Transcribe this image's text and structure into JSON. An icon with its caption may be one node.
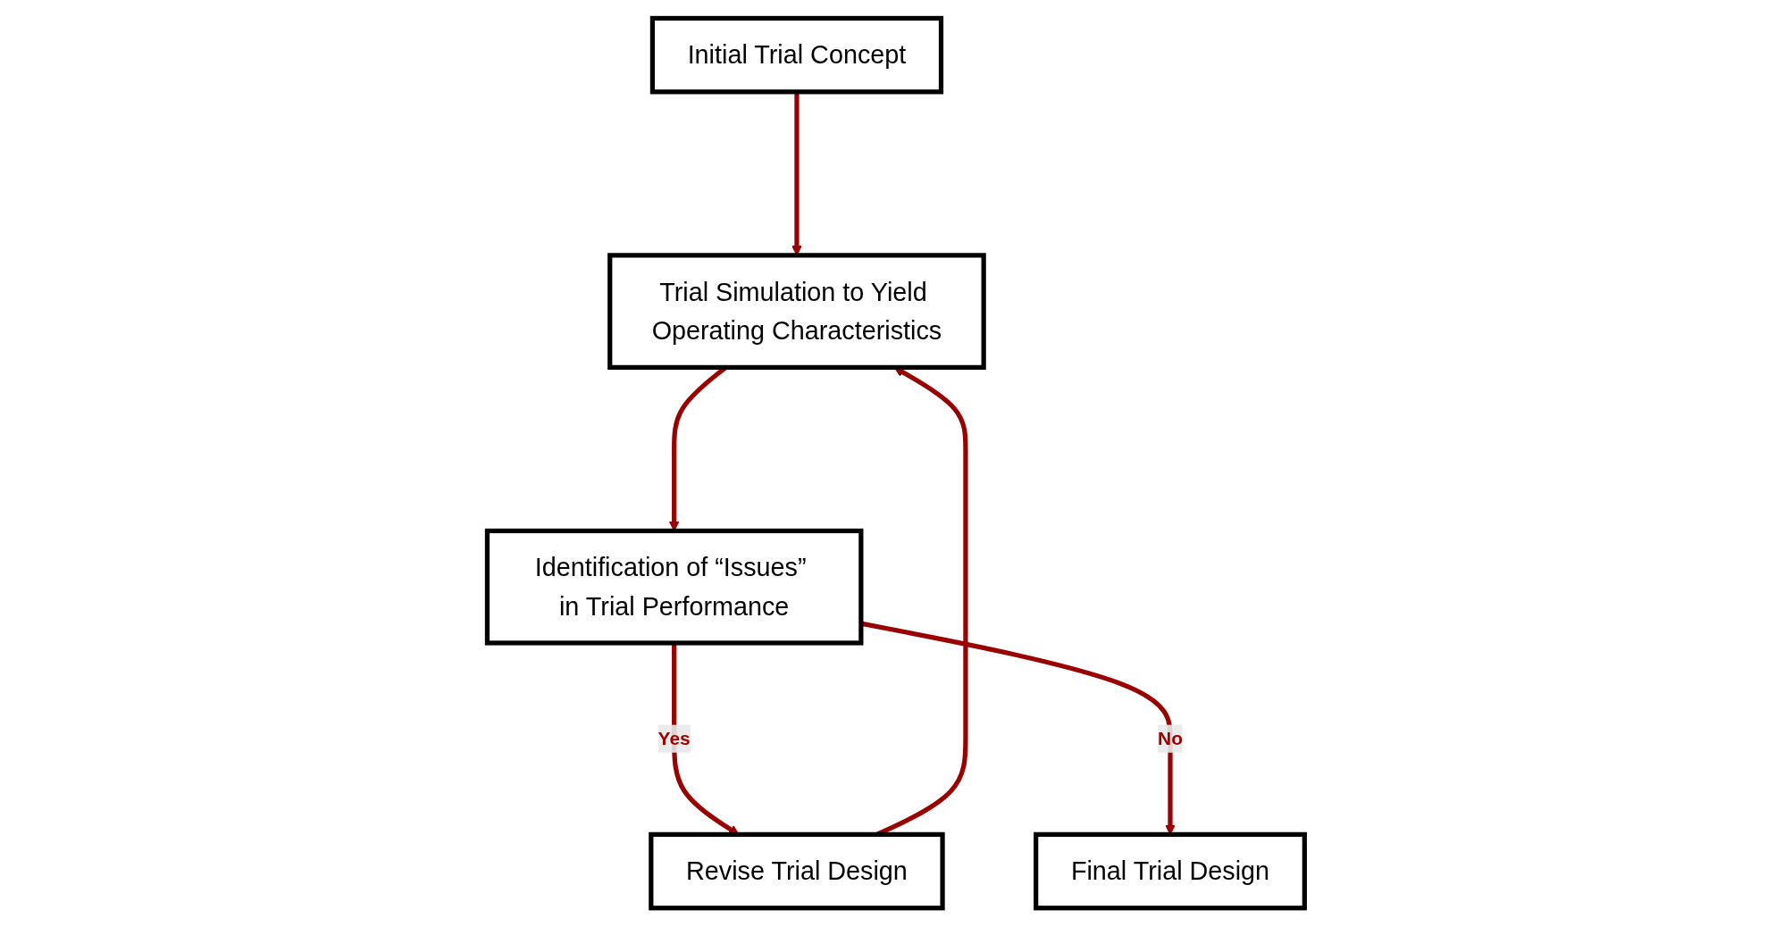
{
  "diagram": {
    "nodes": [
      {
        "text": [
          "Initial Trial Concept"
        ]
      },
      {
        "text": [
          "Trial Simulation to Yield Operating Characteristics"
        ]
      },
      {
        "text": [
          "Final Trial Design"
        ]
      },
      {
        "text": [
          "Revise Trial Design"
        ]
      },
      {
        "text": [
          "Identification of “Issues” in Trial Performance"
        ]
      }
    ],
    "edges": [
      {
        "from": 0,
        "to": 1,
        "arrow": "to"
      },
      {
        "from": 1,
        "to": 4,
        "arrow": "to"
      },
      {
        "from": 4,
        "to": 3,
        "arrow": "to",
        "label": "Yes"
      },
      {
        "from": 3,
        "to": 1,
        "arrow": "to"
      },
      {
        "from": 4,
        "to": 2,
        "arrow": "to",
        "label": "No"
      }
    ]
  }
}
